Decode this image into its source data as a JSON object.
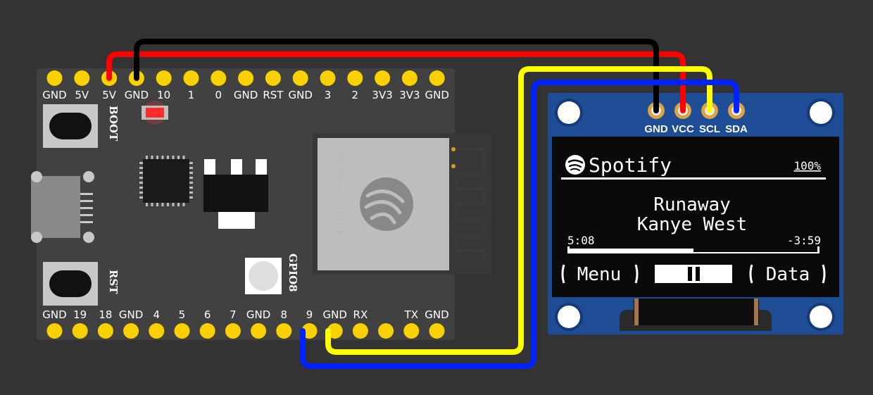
{
  "board": {
    "top_pins": [
      "GND",
      "5V",
      "5V",
      "GND",
      "10",
      "1",
      "0",
      "GND",
      "RST",
      "GND",
      "3",
      "2",
      "3V3",
      "3V3",
      "GND"
    ],
    "bottom_pins": [
      "GND",
      "19",
      "18",
      "GND",
      "4",
      "5",
      "6",
      "7",
      "GND",
      "8",
      "9",
      "GND",
      "RX",
      "",
      "TX",
      "GND"
    ],
    "boot_label": "BOOT",
    "rst_label": "RST",
    "gpio_label": "GPIO8",
    "module_label": "ESP32-C3-MINI-1"
  },
  "oled": {
    "pins": [
      "GND",
      "VCC",
      "SCL",
      "SDA"
    ],
    "header": {
      "app": "Spotify",
      "battery": "100%"
    },
    "track": {
      "title": "Runaway",
      "artist": "Kanye West"
    },
    "progress": {
      "elapsed": "5:08",
      "remaining": "-3:59",
      "fraction": 0.5
    },
    "buttons": {
      "left": "Menu",
      "right": "Data"
    }
  },
  "colors": {
    "background": "#333333",
    "board": "#414141",
    "pin": "#f9d100",
    "oled_pcb": "#1e4c95",
    "wire_red": "#ff0000",
    "wire_black": "#000000",
    "wire_yellow": "#ffff00",
    "wire_blue": "#0022ff"
  }
}
